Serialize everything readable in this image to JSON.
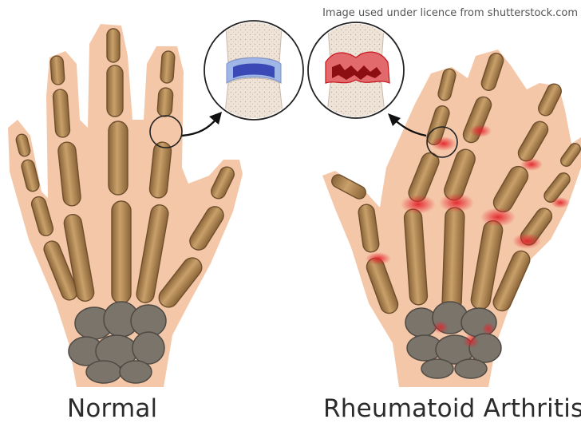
{
  "credit": "Image used under licence from shutterstock.com",
  "labels": {
    "normal": "Normal",
    "ra": "Rheumatoid Arthritis"
  },
  "colors": {
    "skin": "#f5c7a9",
    "bone": "#b48a58",
    "bone_dark": "#7a5a34",
    "carpal": "#7b746b",
    "inflammation": "#e3242b",
    "cartilage_normal": "#3a49b5",
    "cartilage_normal_halo": "#9fb6e6",
    "cartilage_ra": "#c4161c"
  }
}
